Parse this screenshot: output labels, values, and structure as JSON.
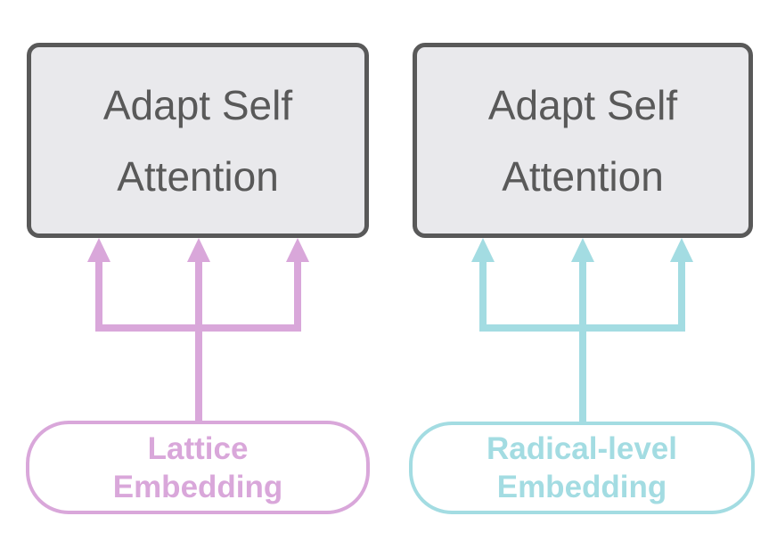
{
  "colors": {
    "plum": "#d9a7da",
    "cyan": "#a3dce2",
    "box_fill": "#e9e9ec",
    "box_border": "#595959",
    "box_text": "#595959",
    "background": "#ffffff"
  },
  "columns": [
    {
      "id": "lattice",
      "accent_color": "#d9a7da",
      "attention_box": {
        "lines": [
          "Adapt Self",
          "Attention"
        ]
      },
      "embedding_box": {
        "lines": [
          "Lattice",
          "Embedding"
        ]
      }
    },
    {
      "id": "radical-level",
      "accent_color": "#a3dce2",
      "attention_box": {
        "lines": [
          "Adapt Self",
          "Attention"
        ]
      },
      "embedding_box": {
        "lines": [
          "Radical-level",
          "Embedding"
        ]
      }
    }
  ]
}
